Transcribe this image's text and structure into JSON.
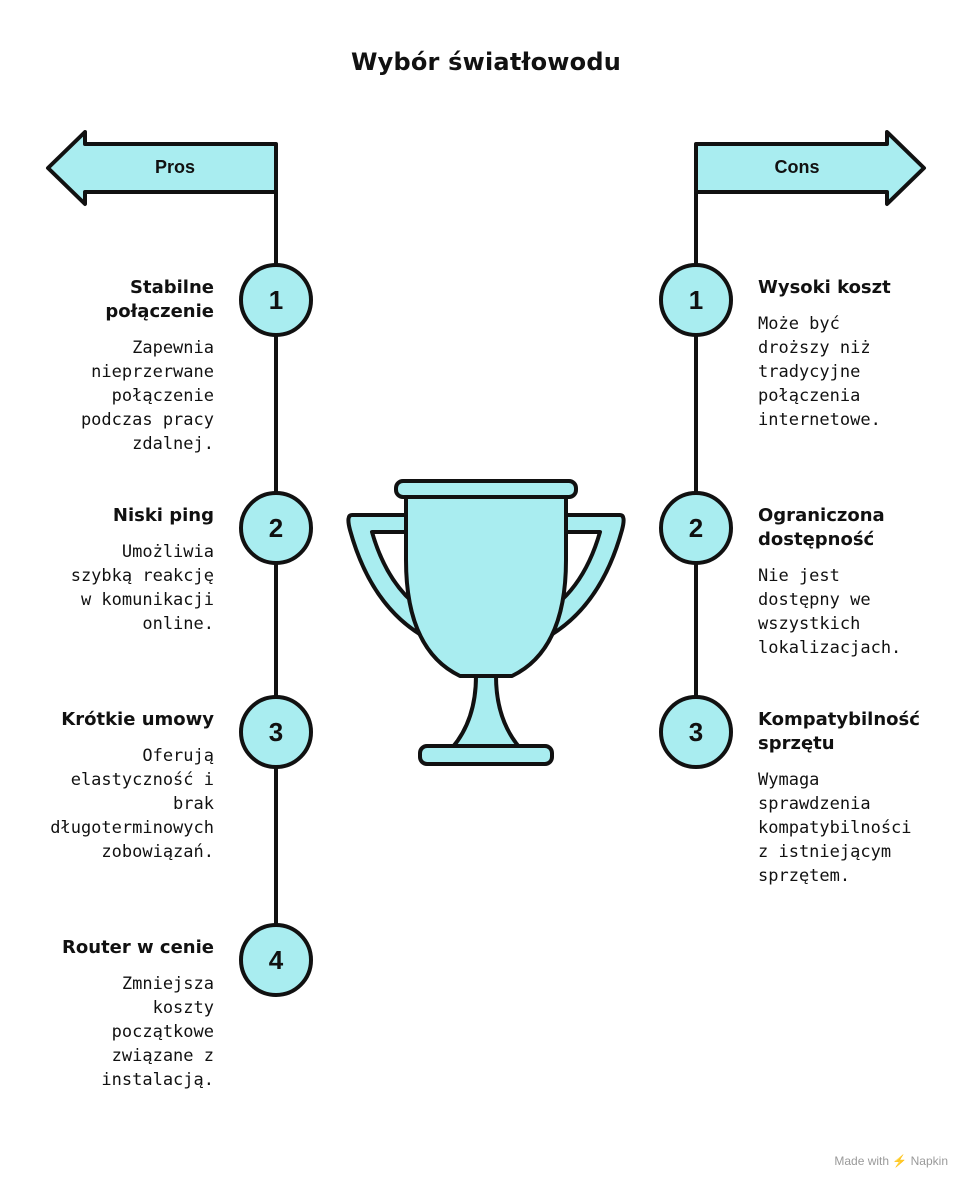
{
  "title": "Wybór światłowodu",
  "colors": {
    "fill": "#a9edf0",
    "stroke": "#111111"
  },
  "pros": {
    "label": "Pros",
    "items": [
      {
        "number": "1",
        "title": "Stabilne\npołączenie",
        "description": "Zapewnia\nnieprzerwane\npołączenie\npodczas pracy\nzdalnej."
      },
      {
        "number": "2",
        "title": "Niski ping",
        "description": "Umożliwia\nszybką reakcję\nw komunikacji\nonline."
      },
      {
        "number": "3",
        "title": "Krótkie umowy",
        "description": "Oferują\nelastyczność i\nbrak\ndługoterminowych\nzobowiązań."
      },
      {
        "number": "4",
        "title": "Router w cenie",
        "description": "Zmniejsza\nkoszty\npoczątkowe\nzwiązane z\ninstalacją."
      }
    ]
  },
  "cons": {
    "label": "Cons",
    "items": [
      {
        "number": "1",
        "title": "Wysoki koszt",
        "description": "Może być\ndroższy niż\ntradycyjne\npołączenia\ninternetowe."
      },
      {
        "number": "2",
        "title": "Ograniczona\ndostępność",
        "description": "Nie jest\ndostępny we\nwszystkich\nlokalizacjach."
      },
      {
        "number": "3",
        "title": "Kompatybilność\nsprzętu",
        "description": "Wymaga\nsprawdzenia\nkompatybilności\nz istniejącym\nsprzętem."
      }
    ]
  },
  "center_icon": "trophy-icon",
  "footer": "Made with ⚡ Napkin"
}
